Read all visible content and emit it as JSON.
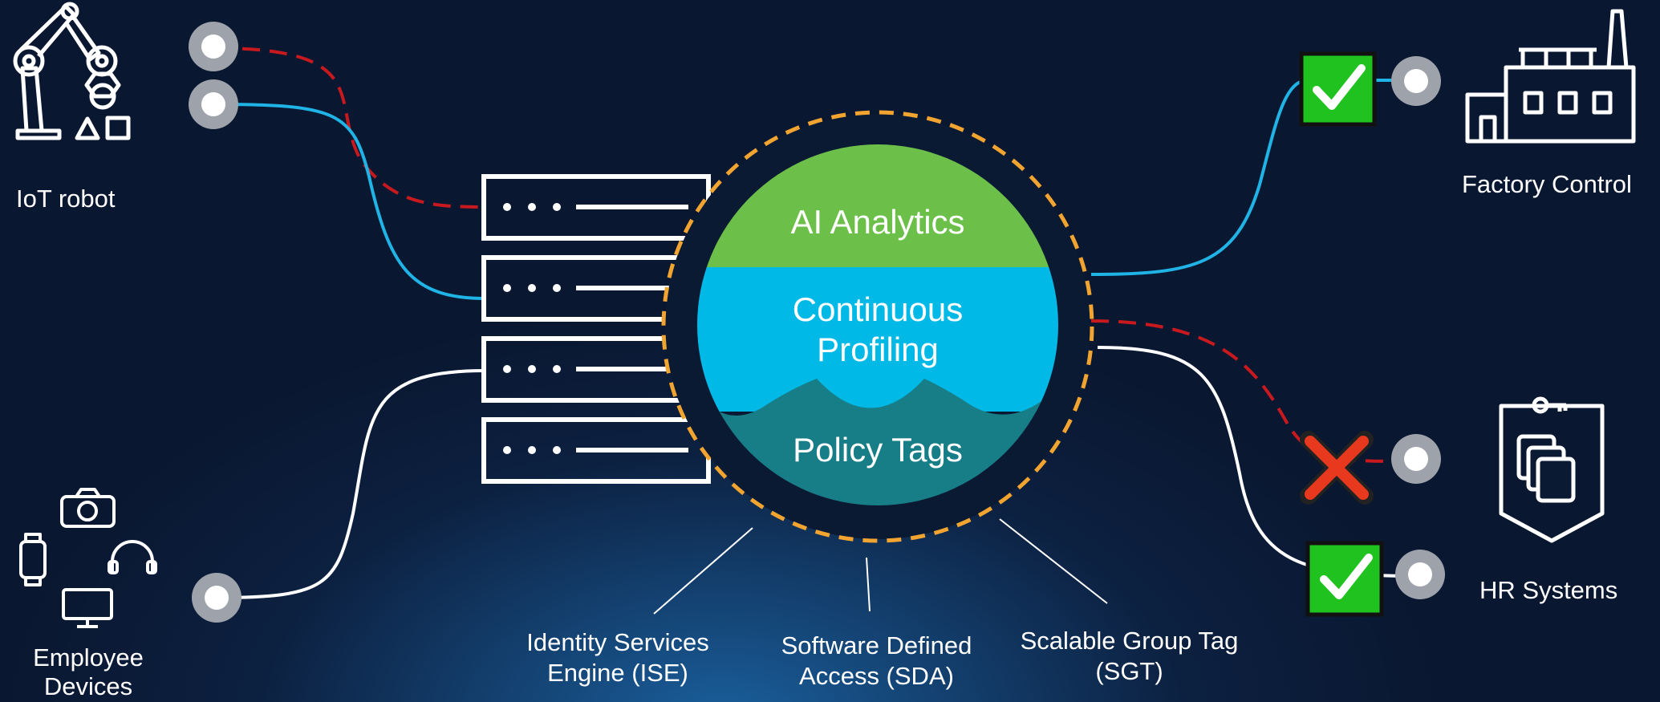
{
  "labels": {
    "iot_robot": "IoT robot",
    "employee_devices": "Employee\nDevices",
    "factory_control": "Factory Control",
    "hr_systems": "HR Systems"
  },
  "circle": {
    "top": "AI Analytics",
    "middle": "Continuous\nProfiling",
    "bottom": "Policy Tags"
  },
  "callouts": {
    "ise": "Identity Services\nEngine (ISE)",
    "sda": "Software Defined\nAccess (SDA)",
    "sgt": "Scalable Group Tag\n(SGT)"
  },
  "colors": {
    "blue_line": "#1fb3e6",
    "red_dashed": "#c8191e",
    "white_line": "#ffffff",
    "ring_dashed": "#f2a430",
    "green_top": "#6cc04a",
    "cyan_mid": "#00b9e6",
    "teal_bottom": "#177d86",
    "check_green": "#1fc21f",
    "cross_red": "#e8391f"
  },
  "icons": {
    "robot": "robot-arm-icon",
    "devices": "devices-icon",
    "factory": "factory-icon",
    "hr": "secure-documents-icon",
    "server": "server-rack-icon",
    "allow": "check-icon",
    "deny": "cross-icon"
  }
}
